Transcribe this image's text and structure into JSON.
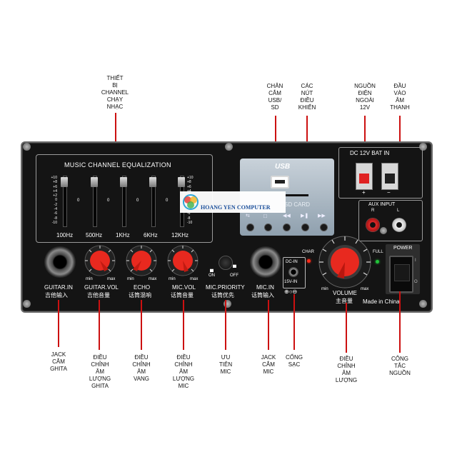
{
  "callouts_top": {
    "equalizer": "THIẾT\nBỊ\nCHANNEL\nCHẠY\nNHẠC",
    "usb_sd": "CHÂN\nCẮM\nUSB/\nSD",
    "control_buttons": "CÁC\nNÚT\nĐIỀU\nKHIỂN",
    "dc_power": "NGUỒN\nĐIỆN\nNGOÀI\n12V",
    "aux_in": "ĐẦU\nVÀO\nÂM\nTHANH"
  },
  "callouts_bottom": {
    "guitar_jack": "JACK\nCẮM\nGHITA",
    "guitar_vol": "ĐIỀU\nCHỈNH\nÂM\nLƯỢNG\nGHITA",
    "echo": "ĐIỀU\nCHỈNH\nÂM\nVANG",
    "mic_vol": "ĐIỀU\nCHỈNH\nÂM\nLƯỢNG\nMIC",
    "mic_priority": "ƯU\nTIÊN\nMIC",
    "mic_jack": "JACK\nCẮM\nMIC",
    "charge_port": "CỔNG\nSẠC",
    "volume": "ĐIỀU\nCHỈNH\nÂM\nLƯỢNG",
    "power_switch": "CÔNG\nTẮC\nNGUỒN"
  },
  "panel": {
    "eq_title": "MUSIC CHANNEL EQUALIZATION",
    "eq_scale": [
      "+10",
      "+8",
      "+6",
      "+4",
      "+2",
      "0",
      "-2",
      "-4",
      "-6",
      "-8",
      "-10"
    ],
    "eq_bands": [
      "100Hz",
      "500Hz",
      "1KHz",
      "6KHz",
      "12KHz"
    ],
    "eq_zero": "0",
    "usb_label": "USB",
    "sd_label": "SD CARD",
    "watermark": "HOANG YEN COMPUTER",
    "dc_bat_label": "DC 12V BAT IN",
    "plus": "+",
    "minus": "−",
    "aux_label": "AUX  INPUT",
    "aux_r": "R",
    "aux_l": "L",
    "guitar_in": "GUITAR.IN",
    "guitar_in_cn": "吉他输入",
    "guitar_vol": "GUITAR.VOL",
    "guitar_vol_cn": "吉他音量",
    "echo": "ECHO",
    "echo_cn": "话筒混响",
    "mic_vol": "MIC.VOL",
    "mic_vol_cn": "话筒音量",
    "min": "min",
    "max": "max",
    "on": "ON",
    "off": "OFF",
    "mic_priority": "MIC.PRIORITY",
    "mic_priority_cn": "话筒优先",
    "mic_in": "MIC.IN",
    "mic_in_cn": "话筒输入",
    "dc_in": "DC-IN",
    "dc_15v": "15V-IN",
    "char": "CHAR",
    "full": "FULL",
    "volume": "VOLUME",
    "volume_cn": "主音量",
    "power": "POWER",
    "power_on": "I",
    "power_off": "O",
    "made_in": "Made in China"
  }
}
